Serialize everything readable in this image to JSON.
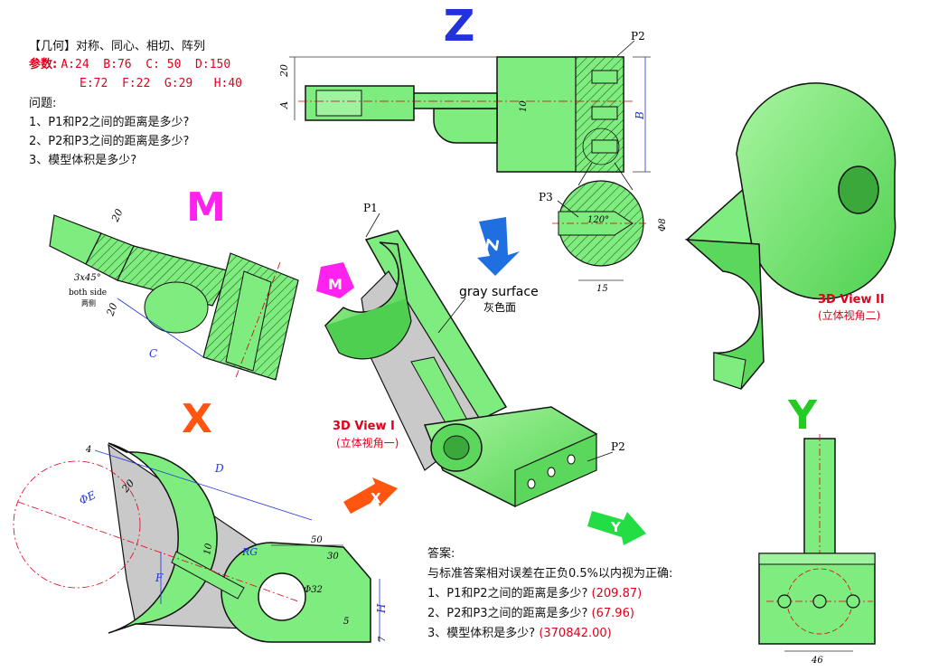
{
  "problem": {
    "title": "【几何】对称、同心、相切、阵列",
    "params_label": "参数:",
    "params_row1": "A:24  B:76  C: 50  D:150",
    "params_row2": "E:72  F:22  G:29   H:40",
    "questions_label": "问题:",
    "questions": [
      "1、P1和P2之间的距离是多少?",
      "2、P2和P3之间的距离是多少?",
      "3、模型体积是多少?"
    ]
  },
  "answers": {
    "label": "答案:",
    "tolerance": "与标准答案相对误差在正负0.5%以内视为正确:",
    "items": [
      {
        "q": "1、P1和P2之间的距离是多少?",
        "a": "(209.87)"
      },
      {
        "q": "2、P2和P3之间的距离是多少?",
        "a": "(67.96)"
      },
      {
        "q": "3、模型体积是多少?",
        "a": "(370842.00)"
      }
    ]
  },
  "views": {
    "z": "Z",
    "m": "M",
    "x": "X",
    "y": "Y",
    "view1_title": "3D View I",
    "view1_sub": "(立体视角一)",
    "view2_title": "3D View II",
    "view2_sub": "(立体视角二)",
    "gray_en": "gray surface",
    "gray_cn": "灰色面"
  },
  "points": {
    "p1": "P1",
    "p2": "P2",
    "p3": "P3"
  },
  "dims": {
    "z_20": "20",
    "z_A": "A",
    "z_10": "10",
    "z_B": "B",
    "detail_120": "120°",
    "detail_phi8": "Φ8",
    "detail_15": "15",
    "m_20a": "20",
    "m_3x45": "3x45°",
    "m_bothside": "both side",
    "m_bothside_cn": "两侧",
    "m_20b": "20",
    "m_C": "C",
    "x_4": "4",
    "x_20": "20",
    "x_D": "D",
    "x_phiE": "ΦE",
    "x_10": "10",
    "x_RG": "RG",
    "x_50": "50",
    "x_30": "30",
    "x_F": "F",
    "x_phi32": "Φ32",
    "x_H": "H",
    "x_5": "5",
    "x_7": "7",
    "y_46": "46"
  },
  "colors": {
    "green": "#7eec7e",
    "dark_green": "#3fbf3f",
    "gray": "#c9c9c9",
    "blue": "#2233dd",
    "magenta": "#ff22ee",
    "orange": "#ff5511",
    "red": "#e0001b"
  }
}
